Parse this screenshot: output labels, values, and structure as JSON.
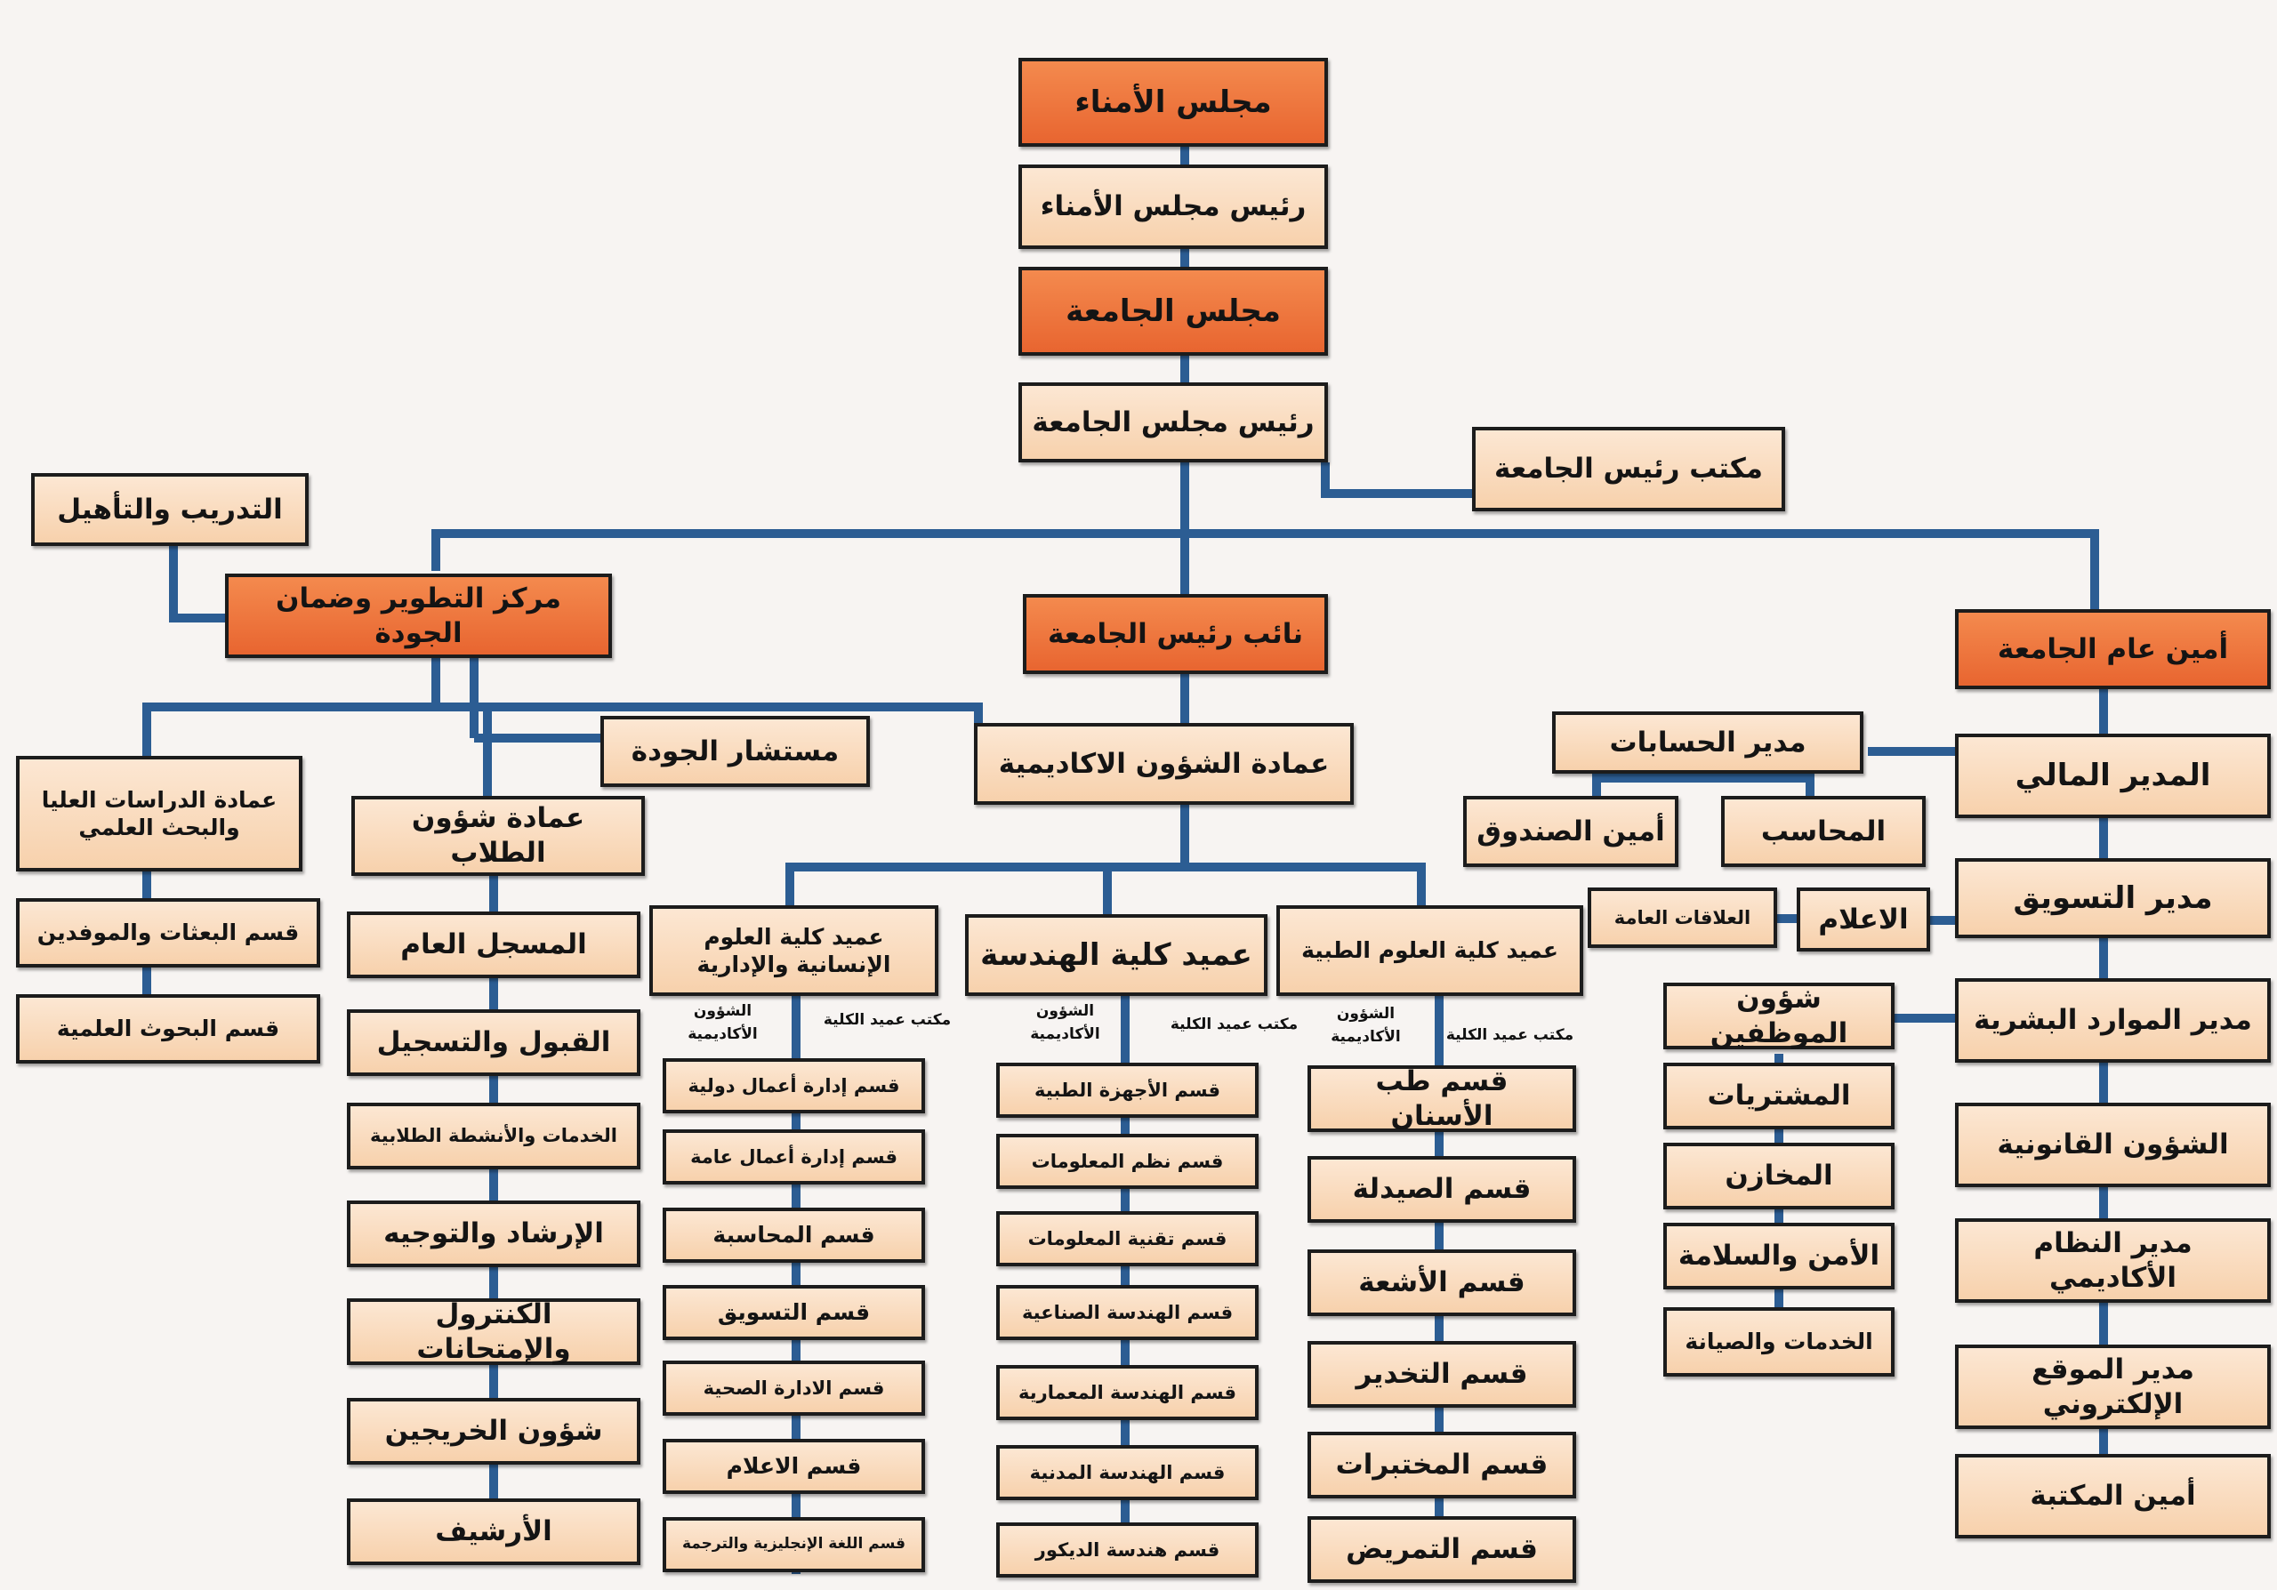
{
  "nodes": {
    "board_of_trustees": "مجلس الأمناء",
    "board_chairman": "رئيس مجلس الأمناء",
    "university_council": "مجلس الجامعة",
    "council_president": "رئيس مجلس الجامعة",
    "president_office": "مكتب رئيس الجامعة",
    "training": "التدريب والتأهيل",
    "quality_center": "مركز التطوير وضمان الجودة",
    "vice_president": "نائب رئيس الجامعة",
    "secretary_general": "أمين عام الجامعة",
    "graduate_deanship": "عمادة الدراسات العليا والبحث العلمي",
    "missions_dept": "قسم البعثات والموفدين",
    "research_dept": "قسم البحوث العلمية",
    "student_affairs": "عمادة شؤون الطلاب",
    "quality_advisor": "مستشار الجودة",
    "academic_affairs": "عمادة الشؤون الاكاديمية",
    "accounts_manager": "مدير الحسابات",
    "financial_manager": "المدير المالي",
    "treasurer": "أمين الصندوق",
    "accountant": "المحاسب",
    "marketing_manager": "مدير التسويق",
    "public_relations": "العلاقات العامة",
    "media": "الاعلام",
    "hr_manager": "مدير الموارد البشرية",
    "employee_affairs": "شؤون الموظفين",
    "purchases": "المشتريات",
    "stores": "المخازن",
    "security_safety": "الأمن والسلامة",
    "services_maintenance": "الخدمات والصيانة",
    "legal_affairs": "الشؤون القانونية",
    "academic_system_manager": "مدير النظام الأكاديمي",
    "website_manager": "مدير الموقع الإلكتروني",
    "librarian": "أمين المكتبة",
    "dean_humanities": "عميد كلية العلوم الإنسانية والإدارية",
    "dean_engineering": "عميد كلية الهندسة",
    "dean_medical": "عميد كلية العلوم الطبية"
  },
  "notes": {
    "academic_affairs_label": "الشؤون الأكاديمية",
    "dean_office_label": "مكتب عميد الكلية"
  },
  "student_affairs_units": [
    "المسجل العام",
    "القبول والتسجيل",
    "الخدمات والأنشطة الطلابية",
    "الإرشاد والتوجيه",
    "الكنترول والإمتحانات",
    "شؤون الخريجين",
    "الأرشيف"
  ],
  "humanities_depts": [
    "قسم إدارة أعمال دولية",
    "قسم إدارة أعمال عامة",
    "قسم المحاسبة",
    "قسم التسويق",
    "قسم الادارة الصحية",
    "قسم الاعلام",
    "قسم اللغة الإنجليزية والترجمة"
  ],
  "engineering_depts": [
    "قسم الأجهزة الطبية",
    "قسم نظم المعلومات",
    "قسم تقنية المعلومات",
    "قسم الهندسة الصناعية",
    "قسم الهندسة المعمارية",
    "قسم الهندسة المدنية",
    "قسم هندسة الديكور"
  ],
  "medical_depts": [
    "قسم طب الأسنان",
    "قسم الصيدلة",
    "قسم الأشعة",
    "قسم التخدير",
    "قسم المختبرات",
    "قسم التمريض"
  ],
  "colors": {
    "connector": "#2c5d93",
    "main_fill": "#e86530",
    "sub_fill": "#f7d1ac",
    "border": "#1c1c1c"
  }
}
